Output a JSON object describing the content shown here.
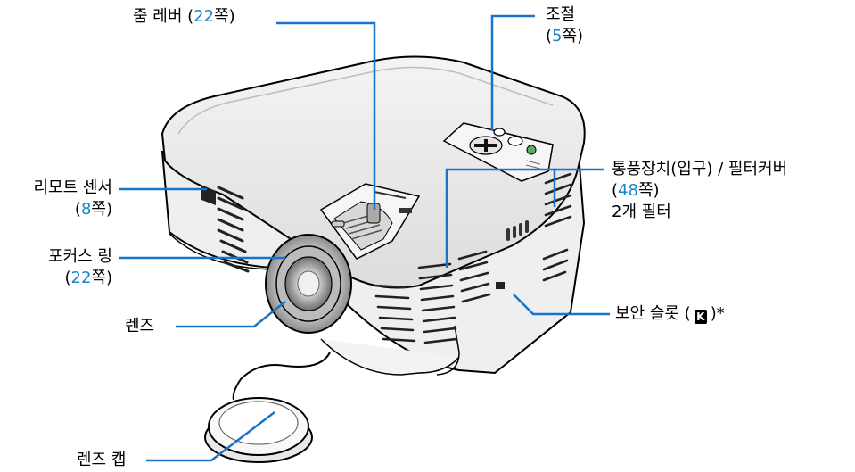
{
  "labels": {
    "zoom": {
      "text": "줌 레버 (",
      "ref": "22",
      "suffix": "쪽)"
    },
    "controls": {
      "text": "조절",
      "ref_open": "(",
      "ref": "5",
      "suffix": "쪽)"
    },
    "remote_sensor": {
      "text": "리모트 센서",
      "ref_open": "(",
      "ref": "8",
      "suffix": "쪽)"
    },
    "vent": {
      "text": "통풍장치(입구) / 필터커버",
      "ref_open": "(",
      "ref": "48",
      "suffix": "쪽)",
      "note": "2개 필터"
    },
    "focus": {
      "text": "포커스 링",
      "ref_open": "(",
      "ref": "22",
      "suffix": "쪽)"
    },
    "lens": {
      "text": "렌즈"
    },
    "security": {
      "text": "보안 슬롯 (",
      "icon_letter": "K",
      "suffix": ")*"
    },
    "lens_cap": {
      "text": "렌즈 캡"
    }
  },
  "colors": {
    "leader_line": "#1a73c8",
    "page_ref": "#1a86c8",
    "outline": "#000000"
  }
}
